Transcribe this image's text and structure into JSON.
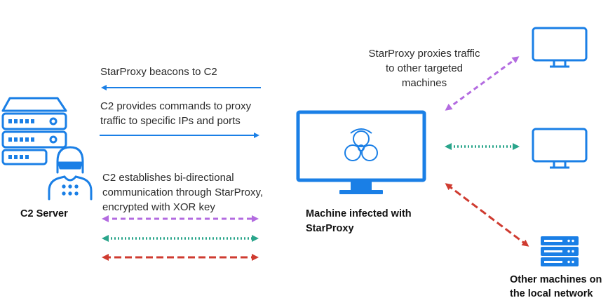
{
  "labels": {
    "beacon": "StarProxy beacons to C2",
    "commands_line1": "C2 provides commands to proxy",
    "commands_line2": "traffic to specific IPs and ports",
    "bidir_line1": "C2 establishes bi-directional",
    "bidir_line2": "communication through StarProxy,",
    "bidir_line3": "encrypted with XOR key",
    "c2_server": "C2 Server",
    "infected_line1": "Machine infected with",
    "infected_line2": "StarProxy",
    "proxies_line1": "StarProxy proxies traffic",
    "proxies_line2": "to other targeted",
    "proxies_line3": "machines",
    "local_line1": "Other machines on",
    "local_line2": "the local network"
  },
  "colors": {
    "blue": "#1a7fe6",
    "purple": "#b36be0",
    "green": "#2aa58b",
    "red": "#cf3b30",
    "text": "#2b2b2b"
  },
  "icons": [
    "server-stack-icon",
    "hacker-icon",
    "monitor-biohazard-icon",
    "monitor-icon",
    "small-server-icon"
  ]
}
